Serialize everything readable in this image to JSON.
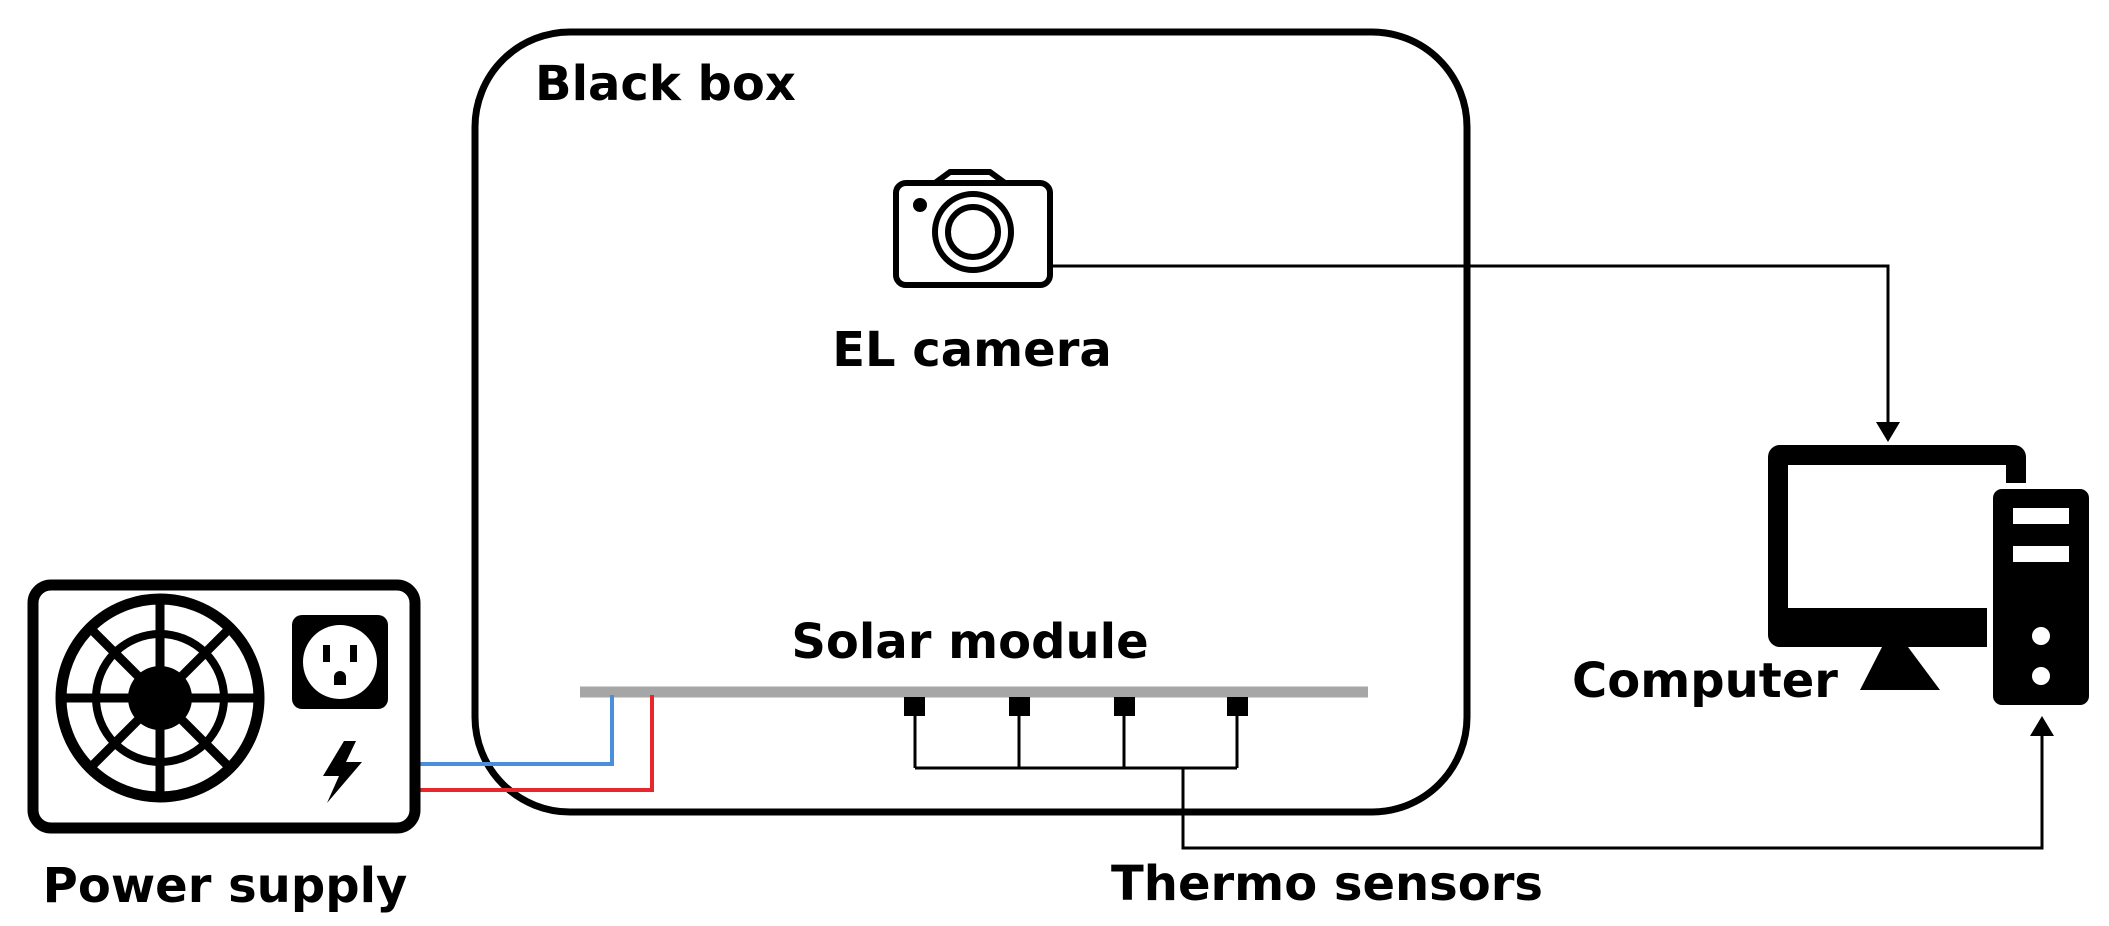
{
  "labels": {
    "black_box": "Black box",
    "el_camera": "EL camera",
    "solar_module": "Solar module",
    "computer": "Computer",
    "power_supply": "Power supply",
    "thermo_sensors": "Thermo sensors"
  },
  "colors": {
    "outline": "#000000",
    "module": "#a6a6a6",
    "wire_positive": "#e8262b",
    "wire_negative": "#4a8fdc"
  },
  "icons": {
    "camera": "camera-icon",
    "computer": "desktop-computer-icon",
    "power_supply": "power-supply-icon",
    "fan": "fan-icon",
    "outlet": "power-outlet-icon",
    "lightning": "lightning-bolt-icon"
  },
  "thermo_sensor_count": 4
}
